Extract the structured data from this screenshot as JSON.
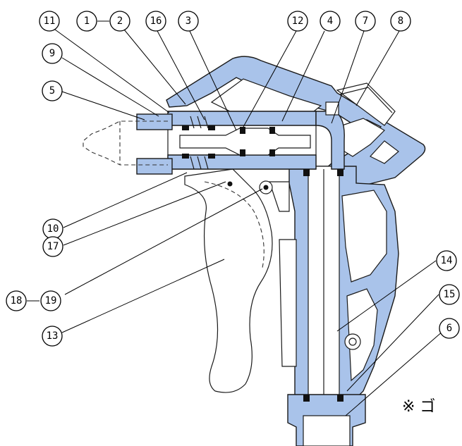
{
  "diagram": {
    "callouts": [
      {
        "id": "c11",
        "label": "11"
      },
      {
        "id": "c1",
        "label": "1"
      },
      {
        "id": "c2",
        "label": "2"
      },
      {
        "id": "c16",
        "label": "16"
      },
      {
        "id": "c3",
        "label": "3"
      },
      {
        "id": "c12",
        "label": "12"
      },
      {
        "id": "c4",
        "label": "4"
      },
      {
        "id": "c7",
        "label": "7"
      },
      {
        "id": "c8",
        "label": "8"
      },
      {
        "id": "c9",
        "label": "9"
      },
      {
        "id": "c5",
        "label": "5"
      },
      {
        "id": "c10",
        "label": "10"
      },
      {
        "id": "c17",
        "label": "17"
      },
      {
        "id": "c18",
        "label": "18"
      },
      {
        "id": "c19",
        "label": "19"
      },
      {
        "id": "c13",
        "label": "13"
      },
      {
        "id": "c14",
        "label": "14"
      },
      {
        "id": "c15",
        "label": "15"
      },
      {
        "id": "c6",
        "label": "6"
      }
    ],
    "note": "※ ゴ",
    "colors": {
      "body": "#a9c3ea",
      "outline": "#1a1a1a",
      "seal": "#111111",
      "background": "#ffffff"
    }
  }
}
